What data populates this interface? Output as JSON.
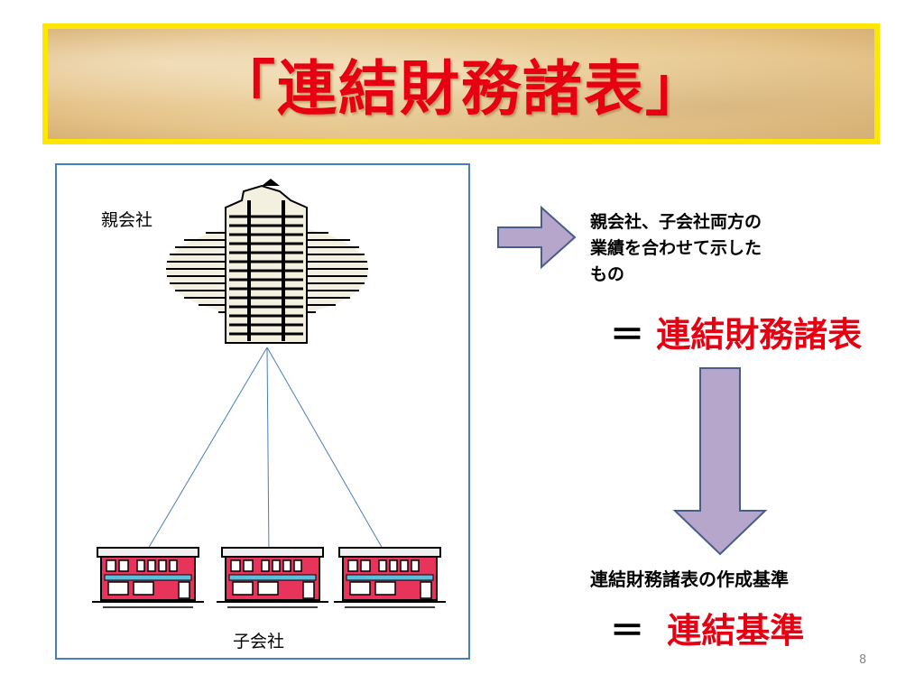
{
  "title": "「連結財務諸表」",
  "diagram": {
    "parent_label": "親会社",
    "child_label": "子会社"
  },
  "description": {
    "line1": "親会社、子会社両方の",
    "line2": "業績を合わせて示した",
    "line3": "もの"
  },
  "equation1": {
    "sign": "＝",
    "term": "連結財務諸表"
  },
  "basis_label": "連結財務諸表の作成基準",
  "equation2": {
    "sign": "＝",
    "term": "連結基準"
  },
  "page_number": "8",
  "colors": {
    "title_red": "#e60012",
    "banner_border": "#ffe600",
    "arrow_fill": "#b7a6cc",
    "arrow_stroke": "#4a5d8a",
    "box_border": "#4a7ebb",
    "store_red": "#e8335a"
  }
}
